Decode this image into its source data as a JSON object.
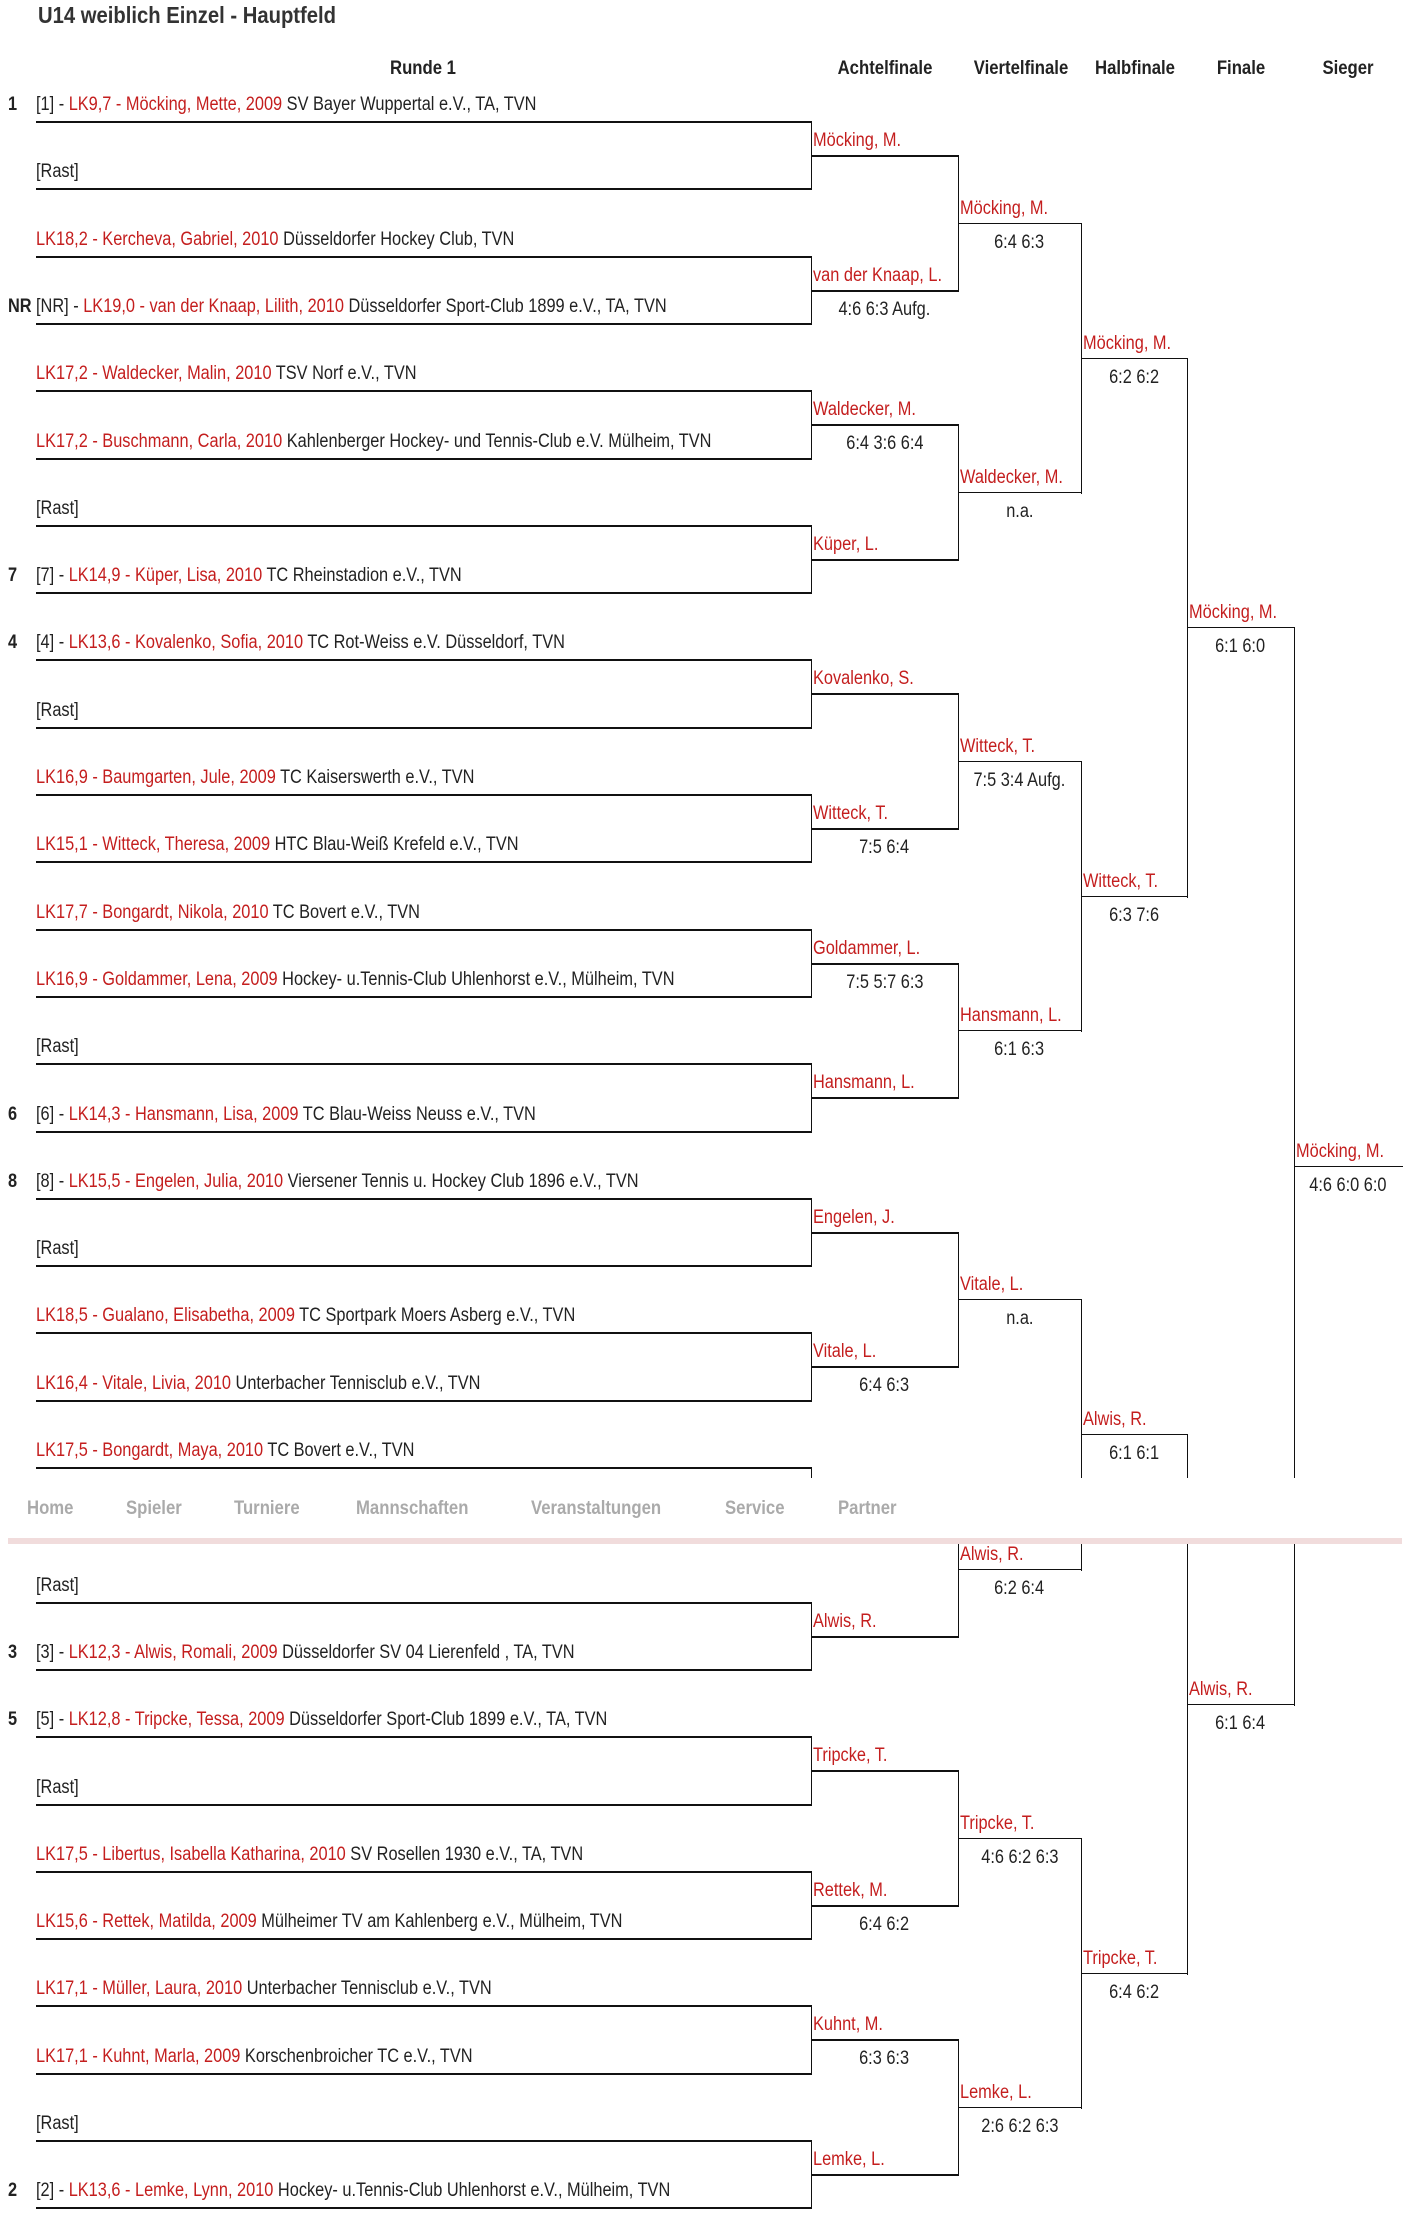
{
  "title": "U14 weiblich Einzel - Hauptfeld",
  "headers": [
    "Runde 1",
    "Achtelfinale",
    "Viertelfinale",
    "Halbfinale",
    "Finale",
    "Sieger"
  ],
  "colors": {
    "player": "#c41e1e",
    "text": "#222222",
    "nav": "#aaaaaa",
    "nav_border": "#f1dcdc"
  },
  "round1": [
    {
      "seed": "1",
      "prefix": "[1] - ",
      "name": "LK9,7 - Möcking, Mette, 2009",
      "club": " SV Bayer Wuppertal e.V., TA, TVN"
    },
    {
      "bye": "[Rast]"
    },
    {
      "name": "LK18,2 - Kercheva, Gabriel, 2010",
      "club": " Düsseldorfer Hockey Club, TVN"
    },
    {
      "seed": "NR",
      "prefix": "[NR] - ",
      "name": "LK19,0 - van der Knaap, Lilith, 2010",
      "club": " Düsseldorfer Sport-Club 1899 e.V., TA, TVN"
    },
    {
      "name": "LK17,2 - Waldecker, Malin, 2010",
      "club": " TSV Norf e.V., TVN"
    },
    {
      "name": "LK17,2 - Buschmann, Carla, 2010",
      "club": " Kahlenberger Hockey- und Tennis-Club e.V. Mülheim, TVN"
    },
    {
      "bye": "[Rast]"
    },
    {
      "seed": "7",
      "prefix": "[7] - ",
      "name": "LK14,9 - Küper, Lisa, 2010",
      "club": " TC Rheinstadion e.V., TVN"
    },
    {
      "seed": "4",
      "prefix": "[4] - ",
      "name": "LK13,6 - Kovalenko, Sofia, 2010",
      "club": " TC Rot-Weiss e.V. Düsseldorf, TVN"
    },
    {
      "bye": "[Rast]"
    },
    {
      "name": "LK16,9 - Baumgarten, Jule, 2009",
      "club": " TC Kaiserswerth e.V., TVN"
    },
    {
      "name": "LK15,1 - Witteck, Theresa, 2009",
      "club": " HTC Blau-Weiß Krefeld e.V., TVN"
    },
    {
      "name": "LK17,7 - Bongardt, Nikola, 2010",
      "club": " TC Bovert e.V., TVN"
    },
    {
      "name": "LK16,9 - Goldammer, Lena, 2009",
      "club": " Hockey- u.Tennis-Club Uhlenhorst e.V., Mülheim, TVN"
    },
    {
      "bye": "[Rast]"
    },
    {
      "seed": "6",
      "prefix": "[6] - ",
      "name": "LK14,3 - Hansmann, Lisa, 2009",
      "club": " TC Blau-Weiss Neuss e.V., TVN"
    },
    {
      "seed": "8",
      "prefix": "[8] - ",
      "name": "LK15,5 - Engelen, Julia, 2010",
      "club": " Viersener Tennis u. Hockey Club 1896 e.V., TVN"
    },
    {
      "bye": "[Rast]"
    },
    {
      "name": "LK18,5 - Gualano, Elisabetha, 2009",
      "club": " TC Sportpark Moers Asberg e.V., TVN"
    },
    {
      "name": "LK16,4 - Vitale, Livia, 2010",
      "club": " Unterbacher Tennisclub e.V., TVN"
    },
    {
      "name": "LK17,5 - Bongardt, Maya, 2010",
      "club": " TC Bovert e.V., TVN"
    },
    null,
    {
      "bye": "[Rast]"
    },
    {
      "seed": "3",
      "prefix": "[3] - ",
      "name": "LK12,3 - Alwis, Romali, 2009",
      "club": " Düsseldorfer SV 04 Lierenfeld , TA, TVN"
    },
    {
      "seed": "5",
      "prefix": "[5] - ",
      "name": "LK12,8 - Tripcke, Tessa, 2009",
      "club": " Düsseldorfer Sport-Club 1899 e.V., TA, TVN"
    },
    {
      "bye": "[Rast]"
    },
    {
      "name": "LK17,5 - Libertus, Isabella Katharina, 2010",
      "club": " SV Rosellen 1930 e.V., TA, TVN"
    },
    {
      "name": "LK15,6 - Rettek, Matilda, 2009",
      "club": " Mülheimer TV am Kahlenberg e.V., Mülheim, TVN"
    },
    {
      "name": "LK17,1 - Müller, Laura, 2010",
      "club": " Unterbacher Tennisclub e.V., TVN"
    },
    {
      "name": "LK17,1 - Kuhnt, Marla, 2009",
      "club": " Korschenbroicher TC e.V., TVN"
    },
    {
      "bye": "[Rast]"
    },
    {
      "seed": "2",
      "prefix": "[2] - ",
      "name": "LK13,6 - Lemke, Lynn, 2010",
      "club": " Hockey- u.Tennis-Club Uhlenhorst e.V., Mülheim, TVN"
    }
  ],
  "rounds": [
    [
      {
        "name": "Möcking, M.",
        "score": ""
      },
      {
        "name": "van der Knaap, L.",
        "score": "4:6 6:3 Aufg."
      },
      {
        "name": "Waldecker, M.",
        "score": "6:4 3:6 6:4"
      },
      {
        "name": "Küper, L.",
        "score": ""
      },
      {
        "name": "Kovalenko, S.",
        "score": ""
      },
      {
        "name": "Witteck, T.",
        "score": "7:5 6:4"
      },
      {
        "name": "Goldammer, L.",
        "score": "7:5 5:7 6:3"
      },
      {
        "name": "Hansmann, L.",
        "score": ""
      },
      {
        "name": "Engelen, J.",
        "score": ""
      },
      {
        "name": "Vitale, L.",
        "score": "6:4 6:3"
      },
      null,
      {
        "name": "Alwis, R.",
        "score": ""
      },
      {
        "name": "Tripcke, T.",
        "score": ""
      },
      {
        "name": "Rettek, M.",
        "score": "6:4 6:2"
      },
      {
        "name": "Kuhnt, M.",
        "score": "6:3 6:3"
      },
      {
        "name": "Lemke, L.",
        "score": ""
      }
    ],
    [
      {
        "name": "Möcking, M.",
        "score": "6:4 6:3"
      },
      {
        "name": "Waldecker, M.",
        "score": "n.a."
      },
      {
        "name": "Witteck, T.",
        "score": "7:5 3:4 Aufg."
      },
      {
        "name": "Hansmann, L.",
        "score": "6:1 6:3"
      },
      {
        "name": "Vitale, L.",
        "score": "n.a."
      },
      {
        "name": "Alwis, R.",
        "score": "6:2 6:4"
      },
      {
        "name": "Tripcke, T.",
        "score": "4:6 6:2 6:3"
      },
      {
        "name": "Lemke, L.",
        "score": "2:6 6:2 6:3"
      }
    ],
    [
      {
        "name": "Möcking, M.",
        "score": "6:2 6:2"
      },
      {
        "name": "Witteck, T.",
        "score": "6:3 7:6"
      },
      {
        "name": "Alwis, R.",
        "score": "6:1 6:1"
      },
      {
        "name": "Tripcke, T.",
        "score": "6:4 6:2"
      }
    ],
    [
      {
        "name": "Möcking, M.",
        "score": "6:1 6:0"
      },
      {
        "name": "Alwis, R.",
        "score": "6:1 6:4"
      }
    ],
    [
      {
        "name": "Möcking, M.",
        "score": "4:6 6:0 6:0"
      }
    ]
  ],
  "nav": [
    "Home",
    "Spieler",
    "Turniere",
    "Mannschaften",
    "Veranstaltungen",
    "Service",
    "Partner"
  ]
}
